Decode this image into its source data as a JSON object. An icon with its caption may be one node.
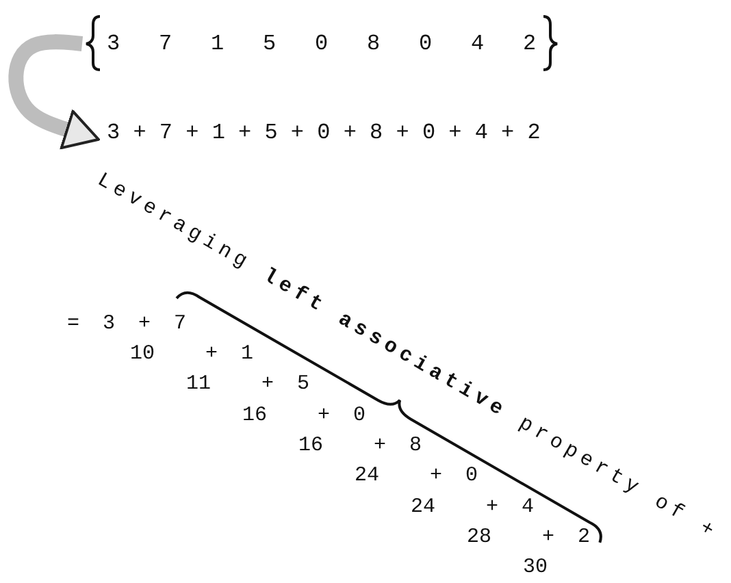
{
  "diagram": {
    "nodes": [
      {
        "text": [
          "3 7 1 5 0 8 0 4 2"
        ]
      },
      {
        "text": [
          "3 + 7 + 1 + 5 + 0 + 8 + 0 + 4 + 2"
        ]
      }
    ],
    "edges": [
      {
        "from": 0,
        "to": 1,
        "arrow": "to"
      }
    ],
    "labels": [
      "Leveraging **left associative** property of +",
      "= 3 + 7",
      "10",
      "+ 1",
      "11",
      "+ 5",
      "16",
      "+ 0",
      "16",
      "+ 8",
      "24",
      "+ 0",
      "24",
      "+ 4",
      "28",
      "+ 2",
      "30"
    ]
  }
}
